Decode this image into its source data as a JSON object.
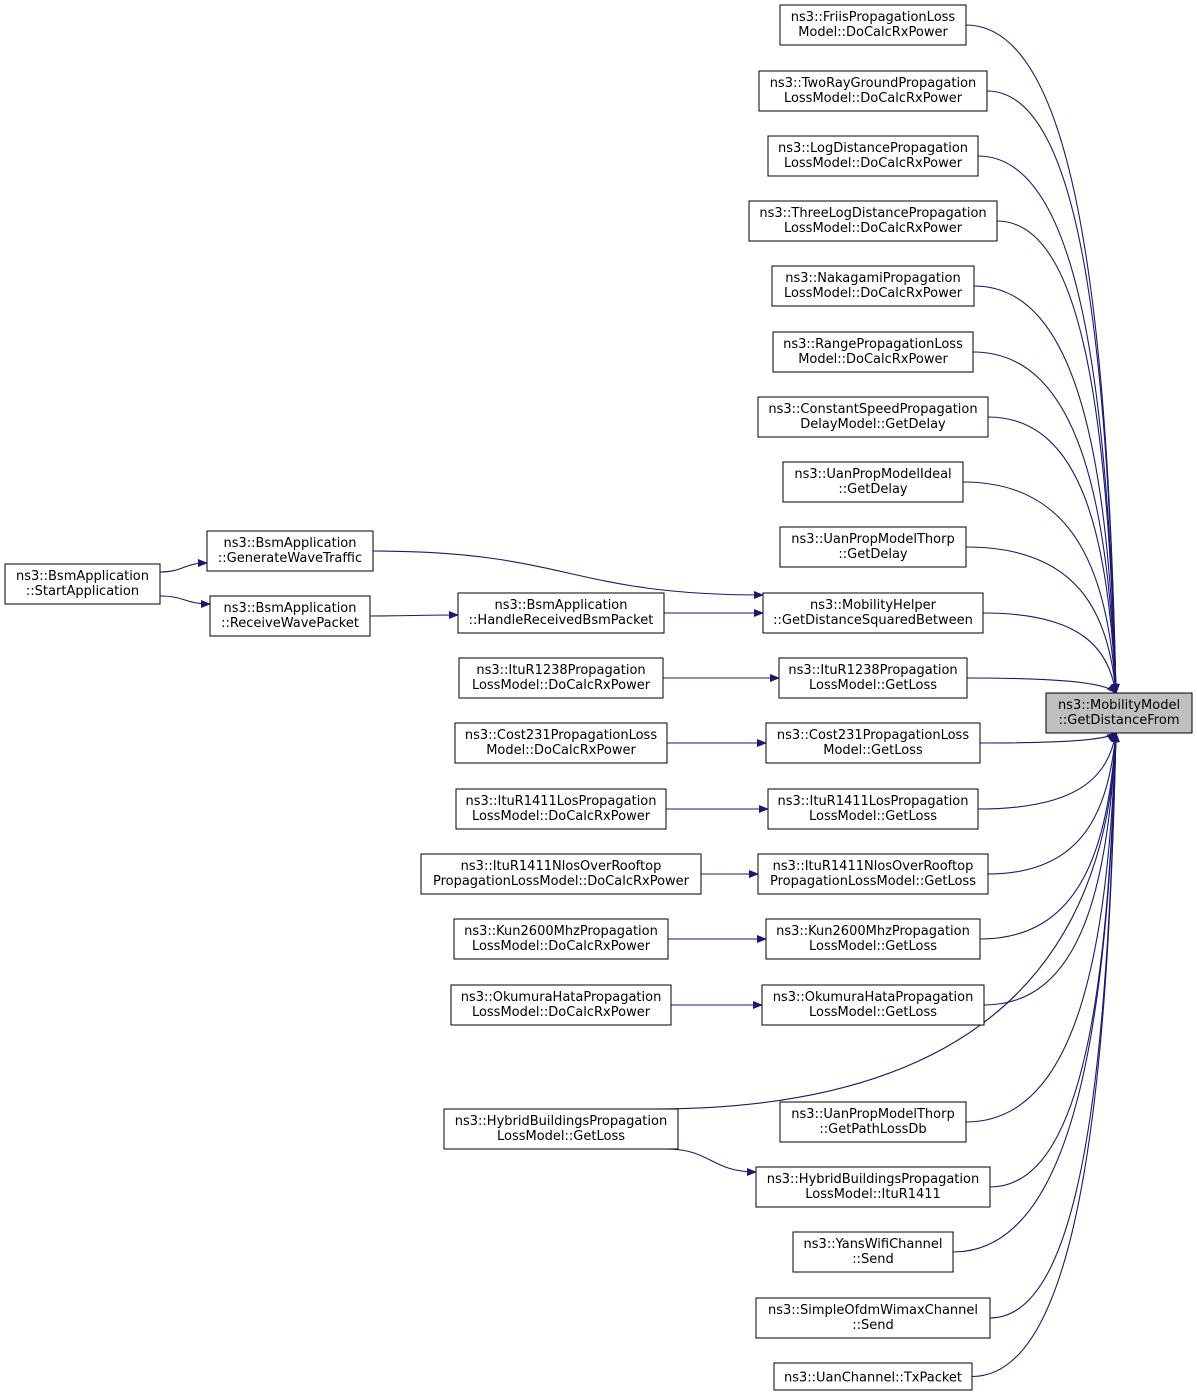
{
  "colors": {
    "edge": "#191970",
    "target_fill": "#bfbfbf",
    "node_fill": "#ffffff",
    "node_stroke": "#000000"
  },
  "nodes": [
    {
      "id": "target",
      "lines": [
        "ns3::MobilityModel",
        "::GetDistanceFrom"
      ],
      "highlight": true
    },
    {
      "id": "friis",
      "lines": [
        "ns3::FriisPropagationLoss",
        "Model::DoCalcRxPower"
      ]
    },
    {
      "id": "tworay",
      "lines": [
        "ns3::TwoRayGroundPropagation",
        "LossModel::DoCalcRxPower"
      ]
    },
    {
      "id": "logdist",
      "lines": [
        "ns3::LogDistancePropagation",
        "LossModel::DoCalcRxPower"
      ]
    },
    {
      "id": "threelog",
      "lines": [
        "ns3::ThreeLogDistancePropagation",
        "LossModel::DoCalcRxPower"
      ]
    },
    {
      "id": "nakagami",
      "lines": [
        "ns3::NakagamiPropagation",
        "LossModel::DoCalcRxPower"
      ]
    },
    {
      "id": "range",
      "lines": [
        "ns3::RangePropagationLoss",
        "Model::DoCalcRxPower"
      ]
    },
    {
      "id": "constspeed",
      "lines": [
        "ns3::ConstantSpeedPropagation",
        "DelayModel::GetDelay"
      ]
    },
    {
      "id": "uanideal",
      "lines": [
        "ns3::UanPropModelIdeal",
        "::GetDelay"
      ]
    },
    {
      "id": "uanthorp",
      "lines": [
        "ns3::UanPropModelThorp",
        "::GetDelay"
      ]
    },
    {
      "id": "mobhelper",
      "lines": [
        "ns3::MobilityHelper",
        "::GetDistanceSquaredBetween"
      ]
    },
    {
      "id": "itu1238get",
      "lines": [
        "ns3::ItuR1238Propagation",
        "LossModel::GetLoss"
      ]
    },
    {
      "id": "cost231get",
      "lines": [
        "ns3::Cost231PropagationLoss",
        "Model::GetLoss"
      ]
    },
    {
      "id": "itu1411losget",
      "lines": [
        "ns3::ItuR1411LosPropagation",
        "LossModel::GetLoss"
      ]
    },
    {
      "id": "itu1411nlosget",
      "lines": [
        "ns3::ItuR1411NlosOverRooftop",
        "PropagationLossModel::GetLoss"
      ]
    },
    {
      "id": "kunget",
      "lines": [
        "ns3::Kun2600MhzPropagation",
        "LossModel::GetLoss"
      ]
    },
    {
      "id": "okuget",
      "lines": [
        "ns3::OkumuraHataPropagation",
        "LossModel::GetLoss"
      ]
    },
    {
      "id": "hybridget",
      "lines": [
        "ns3::HybridBuildingsPropagation",
        "LossModel::GetLoss"
      ]
    },
    {
      "id": "uanpathloss",
      "lines": [
        "ns3::UanPropModelThorp",
        "::GetPathLossDb"
      ]
    },
    {
      "id": "hybriditu",
      "lines": [
        "ns3::HybridBuildingsPropagation",
        "LossModel::ItuR1411"
      ]
    },
    {
      "id": "yans",
      "lines": [
        "ns3::YansWifiChannel",
        "::Send"
      ]
    },
    {
      "id": "simpleofdm",
      "lines": [
        "ns3::SimpleOfdmWimaxChannel",
        "::Send"
      ]
    },
    {
      "id": "uanchannel",
      "lines": [
        "ns3::UanChannel::TxPacket"
      ]
    },
    {
      "id": "genwave",
      "lines": [
        "ns3::BsmApplication",
        "::GenerateWaveTraffic"
      ]
    },
    {
      "id": "handlebsm",
      "lines": [
        "ns3::BsmApplication",
        "::HandleReceivedBsmPacket"
      ]
    },
    {
      "id": "recvwave",
      "lines": [
        "ns3::BsmApplication",
        "::ReceiveWavePacket"
      ]
    },
    {
      "id": "startapp",
      "lines": [
        "ns3::BsmApplication",
        "::StartApplication"
      ]
    },
    {
      "id": "itu1238calc",
      "lines": [
        "ns3::ItuR1238Propagation",
        "LossModel::DoCalcRxPower"
      ]
    },
    {
      "id": "cost231calc",
      "lines": [
        "ns3::Cost231PropagationLoss",
        "Model::DoCalcRxPower"
      ]
    },
    {
      "id": "itu1411loscalc",
      "lines": [
        "ns3::ItuR1411LosPropagation",
        "LossModel::DoCalcRxPower"
      ]
    },
    {
      "id": "itu1411nloscalc",
      "lines": [
        "ns3::ItuR1411NlosOverRooftop",
        "PropagationLossModel::DoCalcRxPower"
      ]
    },
    {
      "id": "kuncalc",
      "lines": [
        "ns3::Kun2600MhzPropagation",
        "LossModel::DoCalcRxPower"
      ]
    },
    {
      "id": "okucalc",
      "lines": [
        "ns3::OkumuraHataPropagation",
        "LossModel::DoCalcRxPower"
      ]
    }
  ],
  "edges": [
    {
      "from": "friis",
      "to": "target"
    },
    {
      "from": "tworay",
      "to": "target"
    },
    {
      "from": "logdist",
      "to": "target"
    },
    {
      "from": "threelog",
      "to": "target"
    },
    {
      "from": "nakagami",
      "to": "target"
    },
    {
      "from": "range",
      "to": "target"
    },
    {
      "from": "constspeed",
      "to": "target"
    },
    {
      "from": "uanideal",
      "to": "target"
    },
    {
      "from": "uanthorp",
      "to": "target"
    },
    {
      "from": "mobhelper",
      "to": "target"
    },
    {
      "from": "itu1238get",
      "to": "target"
    },
    {
      "from": "cost231get",
      "to": "target"
    },
    {
      "from": "itu1411losget",
      "to": "target"
    },
    {
      "from": "itu1411nlosget",
      "to": "target"
    },
    {
      "from": "kunget",
      "to": "target"
    },
    {
      "from": "okuget",
      "to": "target"
    },
    {
      "from": "hybridget",
      "to": "target"
    },
    {
      "from": "uanpathloss",
      "to": "target"
    },
    {
      "from": "hybriditu",
      "to": "target"
    },
    {
      "from": "yans",
      "to": "target"
    },
    {
      "from": "simpleofdm",
      "to": "target"
    },
    {
      "from": "uanchannel",
      "to": "target"
    },
    {
      "from": "genwave",
      "to": "mobhelper"
    },
    {
      "from": "handlebsm",
      "to": "mobhelper"
    },
    {
      "from": "recvwave",
      "to": "handlebsm"
    },
    {
      "from": "startapp",
      "to": "genwave"
    },
    {
      "from": "startapp",
      "to": "recvwave"
    },
    {
      "from": "itu1238calc",
      "to": "itu1238get"
    },
    {
      "from": "cost231calc",
      "to": "cost231get"
    },
    {
      "from": "itu1411loscalc",
      "to": "itu1411losget"
    },
    {
      "from": "itu1411nloscalc",
      "to": "itu1411nlosget"
    },
    {
      "from": "kuncalc",
      "to": "kunget"
    },
    {
      "from": "okucalc",
      "to": "okuget"
    },
    {
      "from": "hybridget",
      "to": "hybriditu"
    }
  ]
}
